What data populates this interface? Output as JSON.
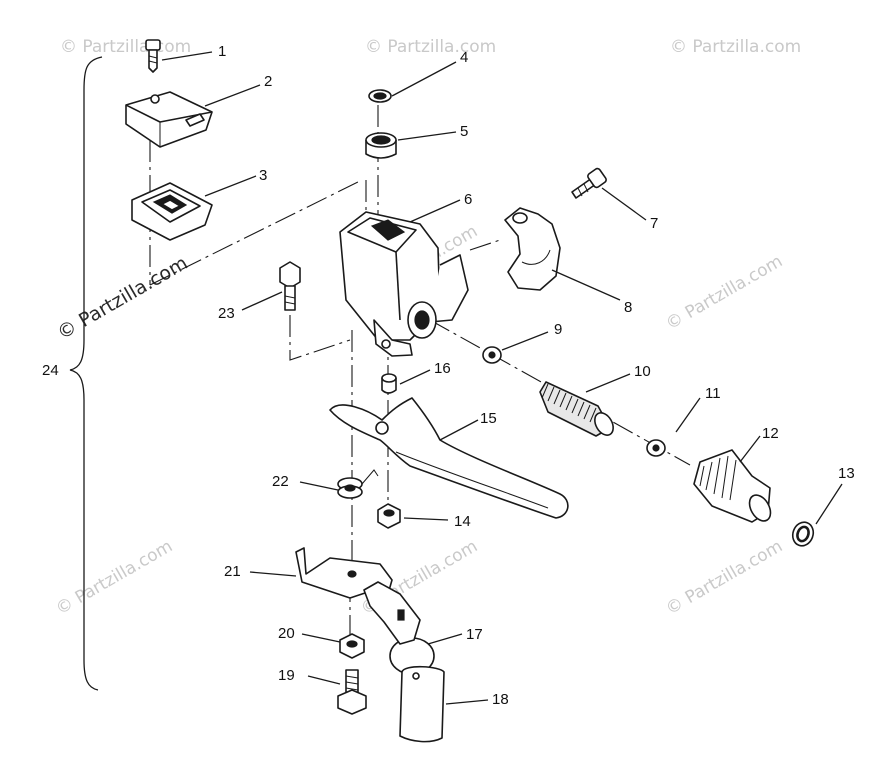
{
  "watermark": {
    "text": "© Partzilla.com"
  },
  "callouts": [
    "1",
    "2",
    "3",
    "4",
    "5",
    "6",
    "7",
    "8",
    "9",
    "10",
    "11",
    "12",
    "13",
    "14",
    "15",
    "16",
    "17",
    "18",
    "19",
    "20",
    "21",
    "22",
    "23",
    "24"
  ]
}
